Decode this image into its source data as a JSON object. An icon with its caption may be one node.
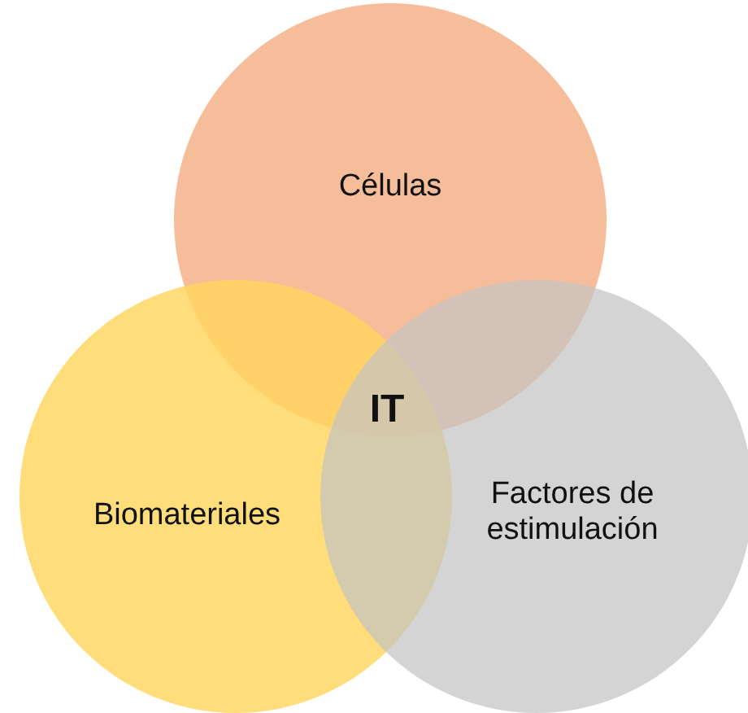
{
  "diagram": {
    "nodes": [
      {
        "text": [
          "Células"
        ]
      },
      {
        "text": [
          "Biomateriales"
        ]
      },
      {
        "text": [
          "Factores de estimulación"
        ]
      }
    ],
    "labels": [
      "IT"
    ]
  }
}
